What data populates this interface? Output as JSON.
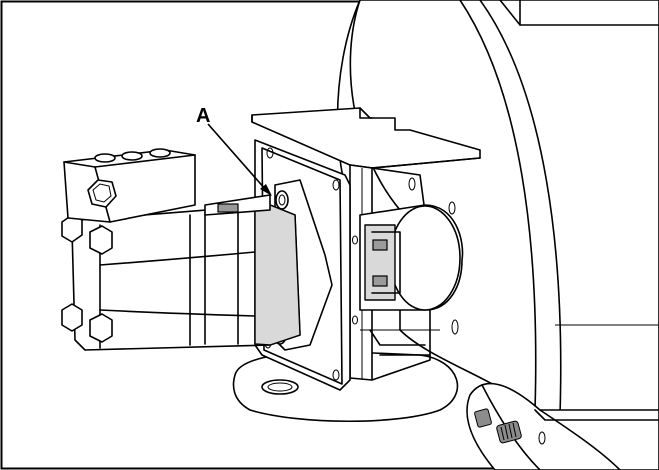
{
  "figure": {
    "callout_label": "A",
    "colors": {
      "line": "#000000",
      "background": "#ffffff",
      "shade": "#d9d9d9"
    },
    "components": [
      "hydraulic-pump",
      "valve-block",
      "mounting-bracket",
      "shaft-coupling",
      "housing",
      "set-screw"
    ]
  }
}
